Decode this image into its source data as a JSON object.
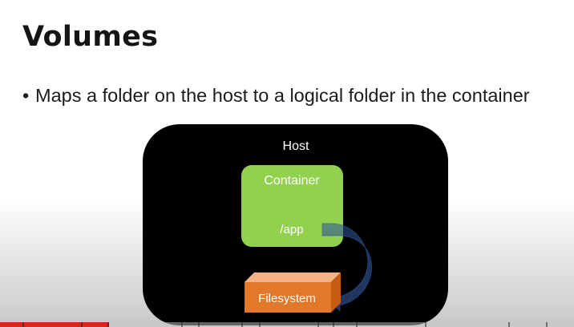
{
  "slide": {
    "title": "Volumes",
    "bullet_marker": "•",
    "bullet": "Maps a folder on the host to a logical folder in the container"
  },
  "diagram": {
    "host_label": "Host",
    "container_label": "Container",
    "mount_label": "/app",
    "filesystem_label": "Filesystem",
    "colors": {
      "host": "#000000",
      "container": "#92d050",
      "filesystem": "#e2792a",
      "arrow": "#1f3864"
    }
  },
  "player": {
    "progress": 0.19,
    "progress_color": "#e62117"
  }
}
